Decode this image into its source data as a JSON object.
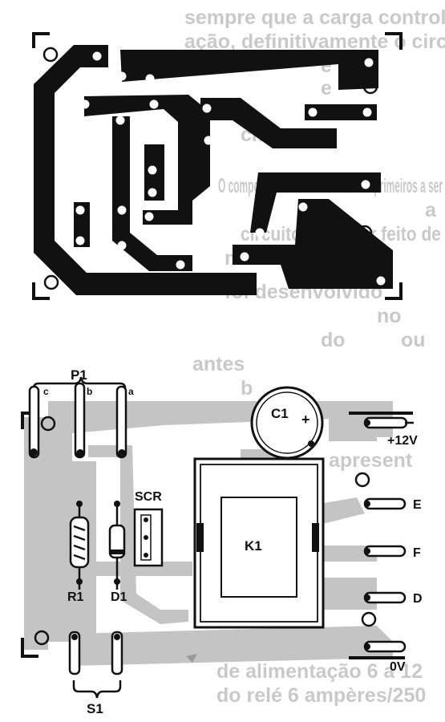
{
  "background_text": [
    "sempre que a carga controlada req",
    "ação, definitivamente o circuito sem",
    "e",
    "e",
    "cm",
    "O componente utilizado é um dos primeiros a ser",
    "a",
    "circuito pode ser feito de",
    "mas a p",
    "foi desenvolvido",
    "no",
    "do",
    "ou",
    "antes",
    "b",
    "apresent",
    "de alimentação 6 a 12",
    "do relé 6 ampères/250"
  ],
  "labels": {
    "p1": "P1",
    "pin_c": "c",
    "pin_b": "b",
    "pin_a": "a",
    "c1": "C1",
    "c1_polarity": "+",
    "scr": "SCR",
    "k1": "K1",
    "r1": "R1",
    "d1": "D1",
    "s1": "S1",
    "terminal_12v": "+12V",
    "terminal_e": "E",
    "terminal_f": "F",
    "terminal_d": "D",
    "terminal_0v": "0V"
  },
  "colors": {
    "ink": "#111111",
    "trace_shadow": "#c4c4c4",
    "paper": "#ffffff"
  }
}
